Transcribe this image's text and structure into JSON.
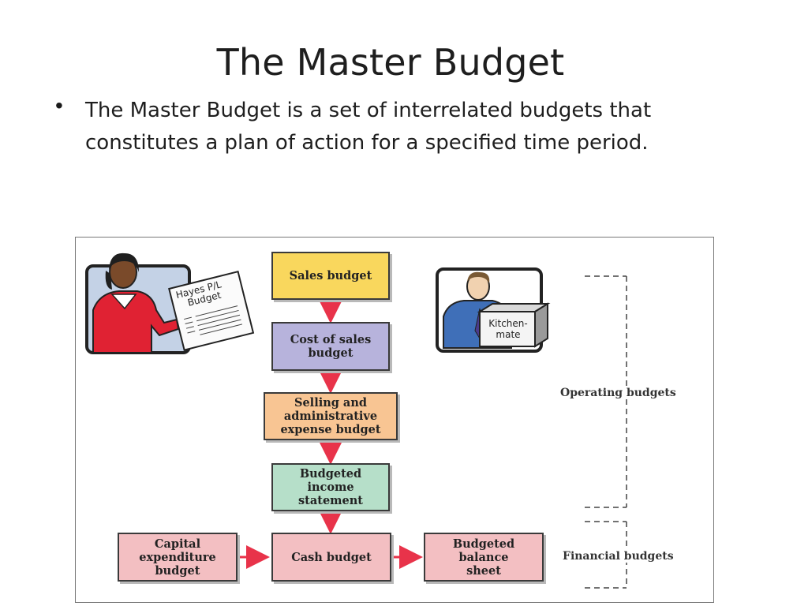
{
  "slide": {
    "title": "The Master Budget",
    "bullet": "The Master Budget is a set of interrelated budgets that constitutes a plan of action for a specified time period."
  },
  "diagram": {
    "boxes": {
      "sales": "Sales budget",
      "cost_of_sales": "Cost of sales budget",
      "selling_admin": "Selling and administrative expense budget",
      "income_statement": "Budgeted income statement",
      "capital_expenditure": "Capital expenditure budget",
      "cash": "Cash budget",
      "balance_sheet": "Budgeted balance sheet"
    },
    "brackets": {
      "operating": "Operating budgets",
      "financial": "Financial budgets"
    },
    "illustrations": {
      "document_label_line1": "Hayes P/L",
      "document_label_line2": "Budget",
      "box_label_line1": "Kitchen-",
      "box_label_line2": "mate"
    },
    "colors": {
      "arrow": "#e8334a",
      "sales": "#f9d75d",
      "cost_of_sales": "#b7b3dc",
      "selling_admin": "#f8c593",
      "income_statement": "#b6dfc9",
      "financial_boxes": "#f3bfc2"
    }
  }
}
